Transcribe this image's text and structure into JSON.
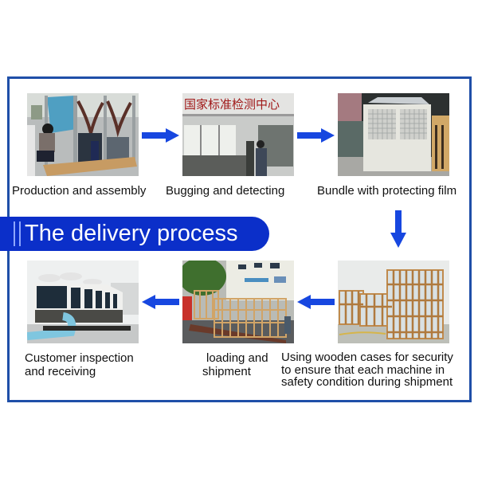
{
  "banner": {
    "title": "The delivery process"
  },
  "colors": {
    "frame": "#1f4fa8",
    "banner": "#0b2fc9",
    "arrow": "#1747e0"
  },
  "steps": [
    {
      "caption_lines": [
        "Production and assembly"
      ],
      "photo": "factory-worker-assembling-chiller"
    },
    {
      "caption_lines": [
        "Bugging and detecting"
      ],
      "photo": "testing-lab",
      "sign_text": "国家标准检测中心"
    },
    {
      "caption_lines": [
        "Bundle with protecting film"
      ],
      "photo": "heat-pump-unit-wrapped"
    },
    {
      "caption_lines": [
        "Using wooden cases for security",
        "to ensure that each machine in",
        "safety condition during shipment"
      ],
      "photo": "wooden-crates"
    },
    {
      "caption_lines": [
        "loading and",
        "shipment"
      ],
      "photo": "truck-loading-crates"
    },
    {
      "caption_lines": [
        "Customer inspection",
        "and receiving"
      ],
      "photo": "rooftop-chiller-installation"
    }
  ],
  "arrows": [
    "arrow-right-icon",
    "arrow-right-icon",
    "arrow-down-icon",
    "arrow-left-icon",
    "arrow-left-icon"
  ]
}
